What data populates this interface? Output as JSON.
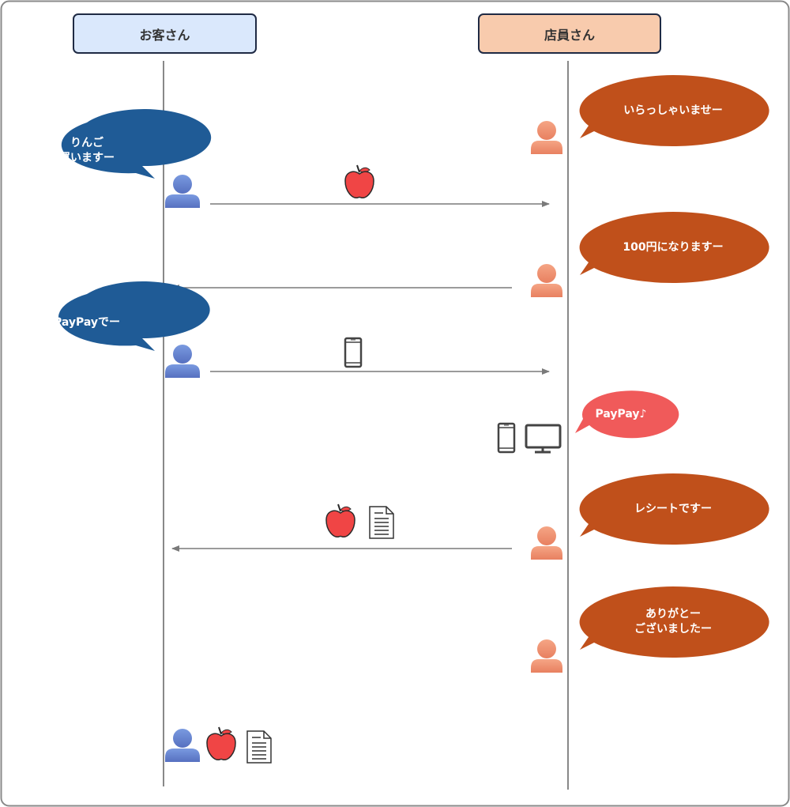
{
  "actors": {
    "customer": {
      "label": "お客さん",
      "fill": "#dae8fc"
    },
    "clerk": {
      "label": "店員さん",
      "fill": "#f8cbad"
    }
  },
  "speech": {
    "clerk_welcome": "いらっしゃいませー",
    "customer_request": "りんご\n買いますー",
    "clerk_price": "100円になりますー",
    "customer_payment": "PayPayでー",
    "paypay_sound": "PayPay♪",
    "clerk_receipt": "レシートですー",
    "clerk_thanks": "ありがとー\nございましたー"
  },
  "icons": [
    "person-icon",
    "apple-icon",
    "smartphone-icon",
    "monitor-icon",
    "document-icon"
  ],
  "colors": {
    "customer_bubble": "#1f5b96",
    "clerk_bubble": "#c0501b",
    "paypay_bubble": "#f05a5a",
    "customer_person": "#6a88d0",
    "clerk_person": "#ef8e6e",
    "apple": "#f04545",
    "lifeline": "#888888",
    "arrow": "#7a7a7a"
  }
}
